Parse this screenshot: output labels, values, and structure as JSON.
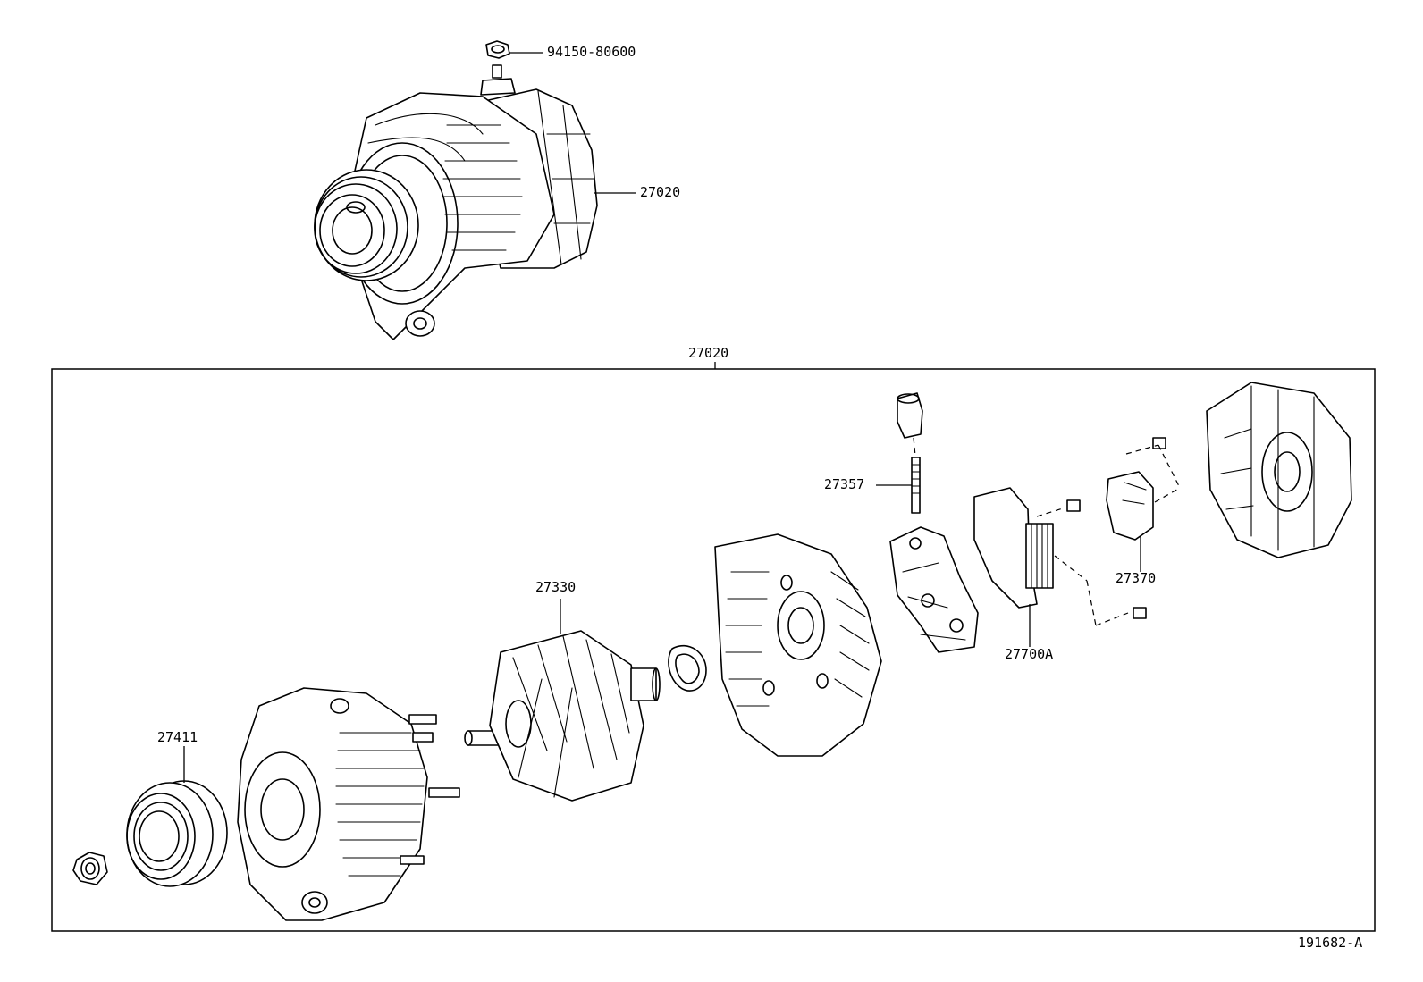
{
  "diagram": {
    "parts": {
      "nut_top": "94150-80600",
      "alternator_assy": "27020",
      "assembly_group": "27020",
      "terminal_insulator": "27357",
      "rotor": "27330",
      "regulator": "27700A",
      "brush_holder": "27370",
      "pulley": "27411"
    },
    "drawing_number": "191682-A"
  }
}
